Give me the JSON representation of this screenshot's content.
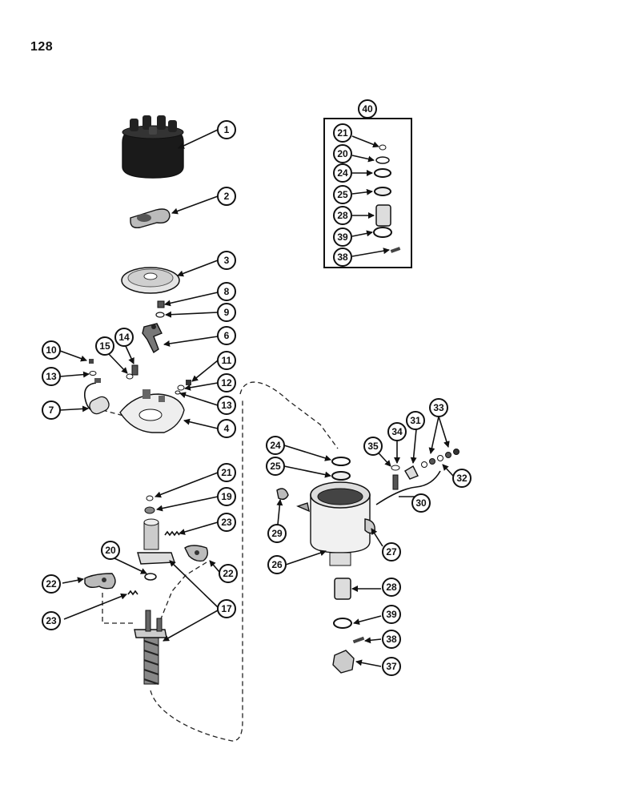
{
  "page": {
    "number": "128"
  },
  "kit_box": {
    "label": "40",
    "items": [
      "21",
      "20",
      "24",
      "25",
      "28",
      "39",
      "38"
    ]
  },
  "callouts": [
    "1",
    "2",
    "3",
    "8",
    "9",
    "6",
    "11",
    "12",
    "13",
    "4",
    "10",
    "13",
    "15",
    "14",
    "7",
    "21",
    "19",
    "23",
    "20",
    "22",
    "22",
    "17",
    "23",
    "24",
    "25",
    "35",
    "34",
    "31",
    "33",
    "32",
    "30",
    "29",
    "26",
    "27",
    "28",
    "39",
    "38",
    "37"
  ],
  "colors": {
    "ink": "#111111",
    "paper": "#ffffff"
  }
}
